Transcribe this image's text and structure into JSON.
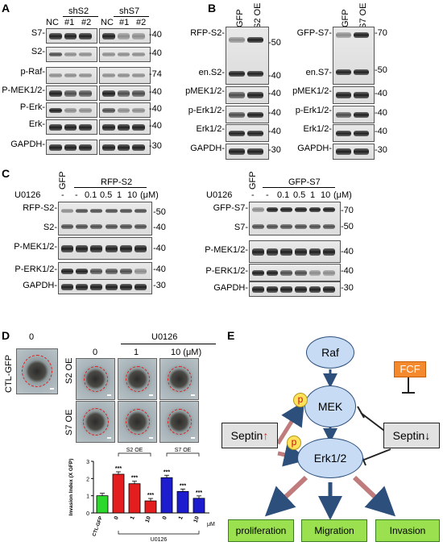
{
  "panels": {
    "A": "A",
    "B": "B",
    "C": "C",
    "D": "D",
    "E": "E"
  },
  "panelA": {
    "groups": [
      "shS2",
      "shS7"
    ],
    "lanes": [
      "NC",
      "#1",
      "#2",
      "NC",
      "#1",
      "#2"
    ],
    "rows": [
      "S7-",
      "S2-",
      "p-Raf-",
      "P-MEK1/2-",
      "P-Erk-",
      "Erk-",
      "GAPDH-"
    ],
    "mw": [
      "-40",
      "-40",
      "-74",
      "-40",
      "-40",
      "-40",
      "-30"
    ]
  },
  "panelB_left": {
    "lanes": [
      "GFP",
      "S2 OE"
    ],
    "rows": [
      "RFP-S2-",
      "en.S2-",
      "pMEK1/2-",
      "p-Erk1/2-",
      "Erk1/2-",
      "GAPDH-"
    ],
    "mw": [
      "-50",
      "-40",
      "-40",
      "-40",
      "-40",
      "-30"
    ]
  },
  "panelB_right": {
    "lanes": [
      "GFP",
      "S7 OE"
    ],
    "rows": [
      "GFP-S7-",
      "en.S7-",
      "pMEK1/2-",
      "p-Erk1/2-",
      "Erk1/2-",
      "GAPDH-"
    ],
    "mw": [
      "-70",
      "-50",
      "-40",
      "-40",
      "-40",
      "-30"
    ]
  },
  "panelC_left": {
    "header_gfp": "GFP",
    "header_group": "RFP-S2",
    "treatment": "U0126",
    "doses": [
      "-",
      "-",
      "0.1",
      "0.5",
      "1",
      "10",
      "(μM)"
    ],
    "rows": [
      "RFP-S2-",
      "S2-",
      "P-MEK1/2-",
      "P-ERK1/2-",
      "GAPDH-"
    ],
    "mw": [
      "-50",
      "-40",
      "-40",
      "-40",
      "-30"
    ]
  },
  "panelC_right": {
    "header_gfp": "GFP",
    "header_group": "GFP-S7",
    "treatment": "U0126",
    "doses": [
      "-",
      "-",
      "0.1",
      "0.5",
      "1",
      "10",
      "(μM)"
    ],
    "rows": [
      "GFP-S7-",
      "S7-",
      "P-MEK1/2-",
      "P-ERK1/2-",
      "GAPDH-"
    ],
    "mw": [
      "-70",
      "-50",
      "-40",
      "-40",
      "-30"
    ]
  },
  "panelD": {
    "treatment": "U0126",
    "dose_headers": [
      "0",
      "0",
      "1",
      "10 (μM)"
    ],
    "row_labels": [
      "CTL-GFP",
      "S2 OE",
      "S7 OE"
    ]
  },
  "panelE": {
    "raf": "Raf",
    "mek": "MEK",
    "erk": "Erk1/2",
    "p": "p",
    "fcf": "FCF",
    "septin_up": "Septin",
    "septin_down": "Septin",
    "up_arrow": "↑",
    "down_arrow": "↓",
    "outputs": [
      "proliferation",
      "Migration",
      "Invasion"
    ]
  },
  "chart_data": {
    "type": "bar",
    "ylabel": "Invasion Index (X GFP)",
    "ylim": [
      0,
      3
    ],
    "yticks": [
      "0",
      "1",
      "2",
      "3"
    ],
    "categories": [
      "CTL-GFP",
      "0",
      "1",
      "10",
      "0",
      "1",
      "10"
    ],
    "values": [
      1.0,
      2.25,
      1.7,
      0.7,
      2.05,
      1.25,
      0.85
    ],
    "colors": [
      "#2dd82d",
      "#e41e1e",
      "#e41e1e",
      "#e41e1e",
      "#1d1dcf",
      "#1d1dcf",
      "#1d1dcf"
    ],
    "significance": [
      "",
      "***",
      "***",
      "***",
      "***",
      "***",
      "***"
    ],
    "group_labels": [
      "S2 OE",
      "S7 OE"
    ],
    "xlabel": "U0126",
    "unit": "μM"
  }
}
